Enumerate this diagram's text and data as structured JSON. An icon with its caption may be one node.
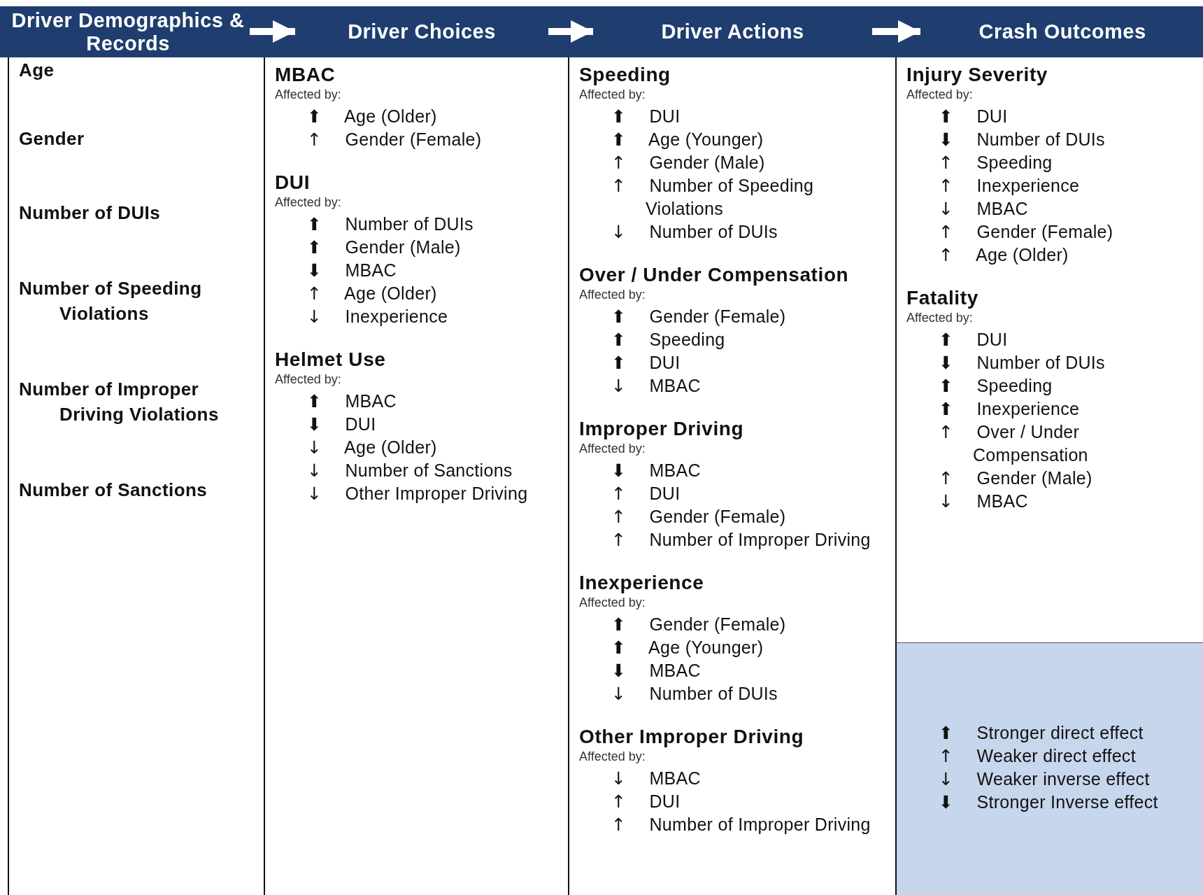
{
  "diagram": {
    "nodes": [
      {
        "text": [
          "Driver Demographics & Records"
        ]
      },
      {
        "text": [
          "Driver Choices"
        ]
      },
      {
        "text": [
          "Driver Actions"
        ]
      },
      {
        "text": [
          "Crash Outcomes"
        ]
      },
      {
        "text": [
          "Age",
          "Gender",
          "Number of DUIs",
          "Number of Speeding Violations",
          "Number of Improper Driving Violations",
          "Number of Sanctions"
        ]
      },
      {
        "text": [
          "MBAC",
          "Affected by:",
          "⬆ Age (Older)",
          "↑ Gender (Female)",
          "DUI",
          "Affected by:",
          "⬆ Number of DUIs",
          "⬆ Gender (Male)",
          "⬇ MBAC",
          "↑ Age (Older)",
          "↓ Inexperience",
          "Helmet Use",
          "Affected by:",
          "⬆ MBAC",
          "⬇ DUI",
          "↓ Age (Older)",
          "↓ Number of Sanctions",
          "↓ Other Improper Driving"
        ]
      },
      {
        "text": [
          "Speeding",
          "Affected by:",
          "⬆ DUI",
          "⬆ Age (Younger)",
          "↑ Gender (Male)",
          "↑ Number of Speeding Violations",
          "↓ Number of DUIs",
          "Over / Under Compensation",
          "Affected by:",
          "⬆ Gender (Female)",
          "⬆ Speeding",
          "⬆ DUI",
          "↓ MBAC",
          "Improper Driving",
          "Affected by:",
          "⬇ MBAC",
          "↑ DUI",
          "↑ Gender (Female)",
          "↑ Number of Improper Driving",
          "Inexperience",
          "Affected by:",
          "⬆ Gender (Female)",
          "⬆ Age (Younger)",
          "⬇ MBAC",
          "↓ Number of DUIs",
          "Other Improper Driving",
          "Affected by:",
          "↓ MBAC",
          "↑ DUI",
          "↑ Number of Improper Driving"
        ]
      },
      {
        "text": [
          "Injury Severity",
          "Affected by:",
          "⬆ DUI",
          "⬇ Number of DUIs",
          "↑ Speeding",
          "↑ Inexperience",
          "↓ MBAC",
          "↑ Gender (Female)",
          "↑ Age (Older)",
          "Fatality",
          "Affected by:",
          "⬆ DUI",
          "⬇ Number of DUIs",
          "⬆ Speeding",
          "⬆ Inexperience",
          "↑ Over / Under Compensation",
          "↑ Gender (Male)",
          "↓ MBAC"
        ]
      },
      {
        "text": [
          "⬆ Stronger direct effect",
          "↑ Weaker direct effect",
          "↓ Weaker inverse effect",
          "⬇ Stronger Inverse effect"
        ]
      }
    ],
    "edges": [
      {
        "from": 0,
        "to": 1,
        "arrow": "to"
      },
      {
        "from": 1,
        "to": 2,
        "arrow": "to"
      },
      {
        "from": 2,
        "to": 3,
        "arrow": "to"
      }
    ]
  }
}
